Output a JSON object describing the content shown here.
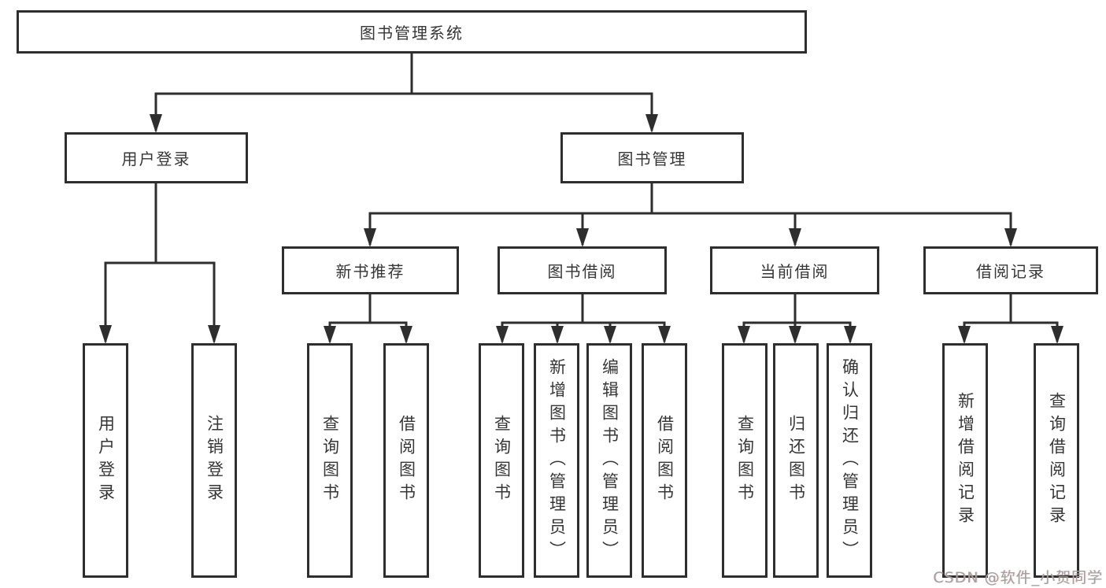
{
  "diagram": {
    "root": {
      "label": "图书管理系统"
    },
    "level2": [
      {
        "label": "用户登录"
      },
      {
        "label": "图书管理"
      }
    ],
    "level3": [
      {
        "label": "新书推荐"
      },
      {
        "label": "图书借阅"
      },
      {
        "label": "当前借阅"
      },
      {
        "label": "借阅记录"
      }
    ],
    "leaves": {
      "user_login": [
        "用户登录",
        "注销登录"
      ],
      "new_books": [
        "查询图书",
        "借阅图书"
      ],
      "book_borrow": [
        "查询图书",
        "新增图书（管理员）",
        "编辑图书（管理员）",
        "借阅图书"
      ],
      "current_borrow": [
        "查询图书",
        "归还图书",
        "确认归还（管理员）"
      ],
      "borrow_records": [
        "新增借阅记录",
        "查询借阅记录"
      ]
    }
  },
  "watermark": {
    "text": "CSDN @软件_小贺同学"
  },
  "colors": {
    "line": "#2e2e2e",
    "box_border": "#2e2e2e",
    "box_bg": "#ffffff",
    "text": "#363636",
    "watermark": "#a3a0a0"
  }
}
